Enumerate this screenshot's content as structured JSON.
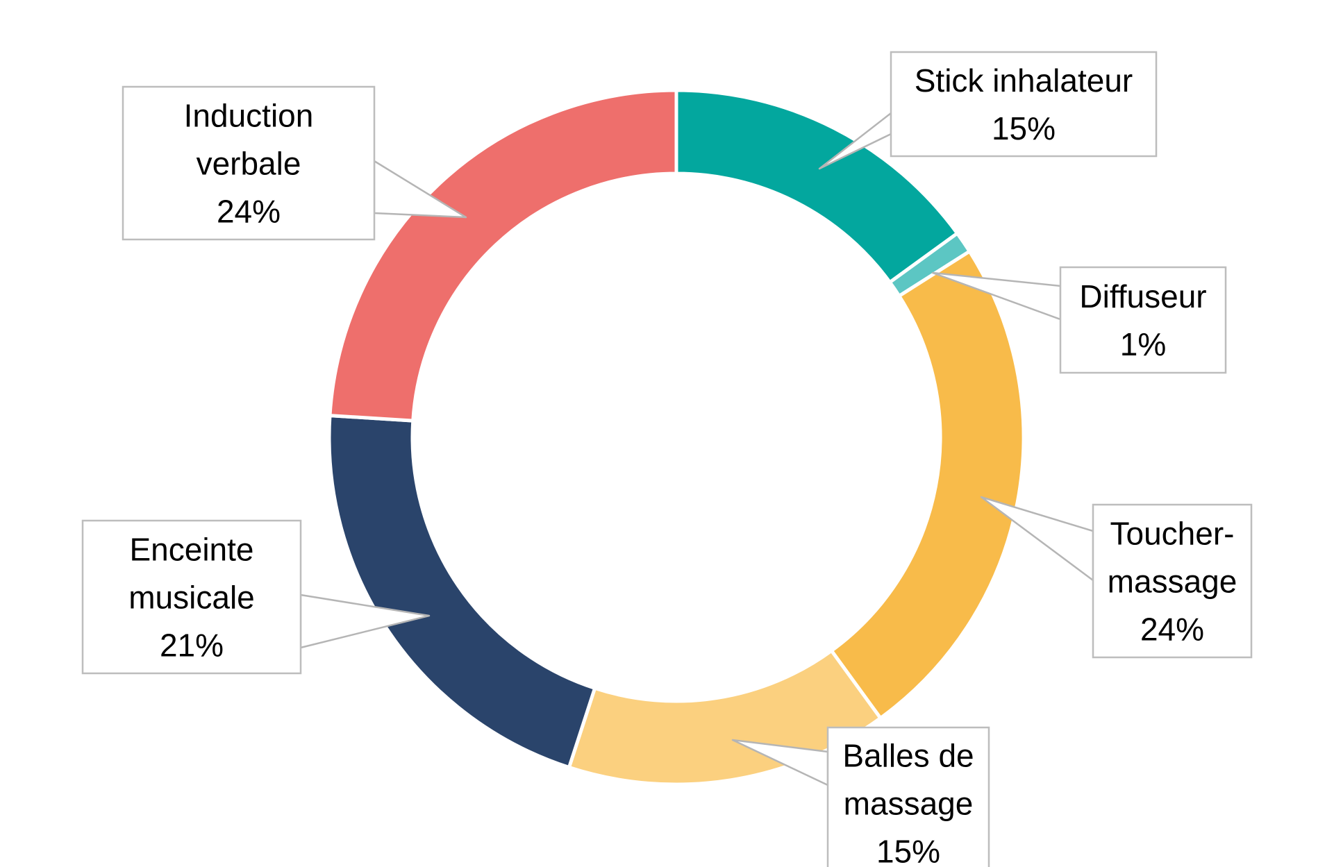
{
  "chart_data": {
    "type": "pie",
    "style": "doughnut",
    "title": "",
    "legend": "none",
    "data_labels": "callouts",
    "slices": [
      {
        "label_lines": [
          "Stick inhalateur"
        ],
        "label": "Stick inhalateur",
        "value": 15,
        "value_label": "15%",
        "color": "#03A79E"
      },
      {
        "label_lines": [
          "Diffuseur"
        ],
        "label": "Diffuseur",
        "value": 1,
        "value_label": "1%",
        "color": "#5CC6C3"
      },
      {
        "label_lines": [
          "Toucher-",
          "massage"
        ],
        "label": "Toucher-massage",
        "value": 24,
        "value_label": "24%",
        "color": "#F8BB4A"
      },
      {
        "label_lines": [
          "Balles de",
          "massage"
        ],
        "label": "Balles de massage",
        "value": 15,
        "value_label": "15%",
        "color": "#FBD07F"
      },
      {
        "label_lines": [
          "Enceinte",
          "musicale"
        ],
        "label": "Enceinte musicale",
        "value": 21,
        "value_label": "21%",
        "color": "#2A446B"
      },
      {
        "label_lines": [
          "Induction",
          "verbale"
        ],
        "label": "Induction verbale",
        "value": 24,
        "value_label": "24%",
        "color": "#EE6F6C"
      }
    ]
  }
}
